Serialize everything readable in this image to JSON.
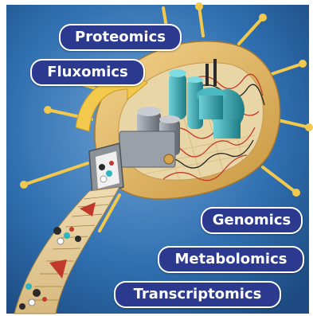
{
  "labels": {
    "proteomics": "Proteomics",
    "fluxomics": "Fluxomics",
    "genomics": "Genomics",
    "metabolomics": "Metabolomics",
    "transcriptomics": "Transcriptomics"
  },
  "colors": {
    "background": "#2f6fb0",
    "cell_body": "#e6bf72",
    "cell_interior": "#e9d6a6",
    "spikes": "#f2c94c",
    "tanks": "#3aa6b0",
    "gray_machinery": "#8a8f98",
    "dna_red": "#c0392b",
    "dna_black": "#222222",
    "pill_fill": "#2b3a8f",
    "pill_text": "#ffffff",
    "conveyor": "#e8d2a5",
    "arrow": "#c0392b"
  },
  "icons": [
    "proteomics-label",
    "fluxomics-label",
    "genomics-label",
    "metabolomics-label",
    "transcriptomics-label"
  ]
}
